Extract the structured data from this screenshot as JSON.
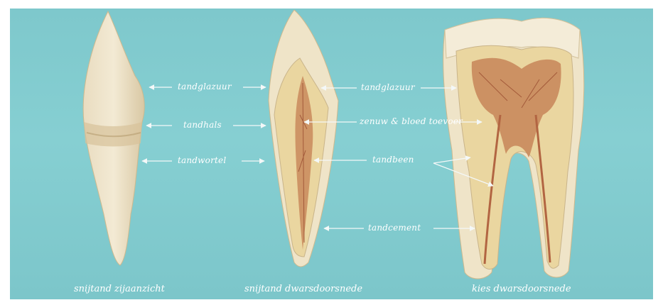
{
  "labels": {
    "enamel_left": "tandglazuur",
    "neck": "tandhals",
    "root": "tandwortel",
    "enamel_right": "tandglazuur",
    "nerve": "zenuw & bloed toevoer",
    "dentin": "tandbeen",
    "cement": "tandcement"
  },
  "captions": {
    "incisor_side": "snijtand zijaanzicht",
    "incisor_section": "snijtand dwarsdoorsnede",
    "molar_section": "kies dwarsdoorsnede"
  },
  "colors": {
    "background": "#80c9cd",
    "enamel": "#efe4c8",
    "dentin": "#ead6a0",
    "pulp": "#c98a5c",
    "arrow": "#f4f8f8"
  }
}
